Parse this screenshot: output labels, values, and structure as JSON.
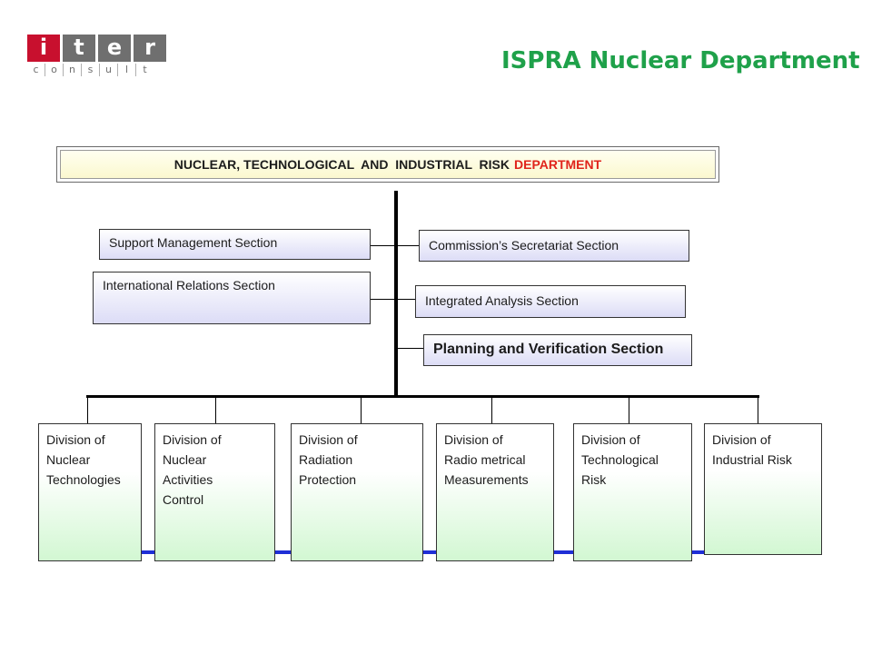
{
  "logo": {
    "letters": [
      "i",
      "t",
      "e",
      "r"
    ],
    "sub_letters": [
      "c",
      "o",
      "n",
      "s",
      "u",
      "l",
      "t"
    ],
    "colors": {
      "red": "#c8102e",
      "gray": "#6f6f6f"
    }
  },
  "title": "ISPRA Nuclear Department",
  "department": {
    "label": "NUCLEAR, TECHNOLOGICAL  AND  INDUSTRIAL  RISK",
    "label_red": "DEPARTMENT"
  },
  "sections": {
    "support_management": "Support Management Section",
    "commission_secretariat": "Commission’s Secretariat Section",
    "international_relations": "International Relations Section",
    "integrated_analysis": "Integrated Analysis Section",
    "planning_verification": "Planning and Verification Section"
  },
  "divisions": [
    {
      "label": "Division of\nNuclear\nTechnologies"
    },
    {
      "label": "Division of\nNuclear\nActivities\nControl"
    },
    {
      "label": "Division of\nRadiation\nProtection"
    },
    {
      "label": "Division of\nRadio metrical\nMeasurements"
    },
    {
      "label": "Division of\nTechnological\nRisk"
    },
    {
      "label": "Division of\nIndustrial Risk"
    }
  ],
  "colors": {
    "title_green": "#1fa14a",
    "department_red": "#e0241b",
    "baseline_blue": "#1f2fd6"
  }
}
